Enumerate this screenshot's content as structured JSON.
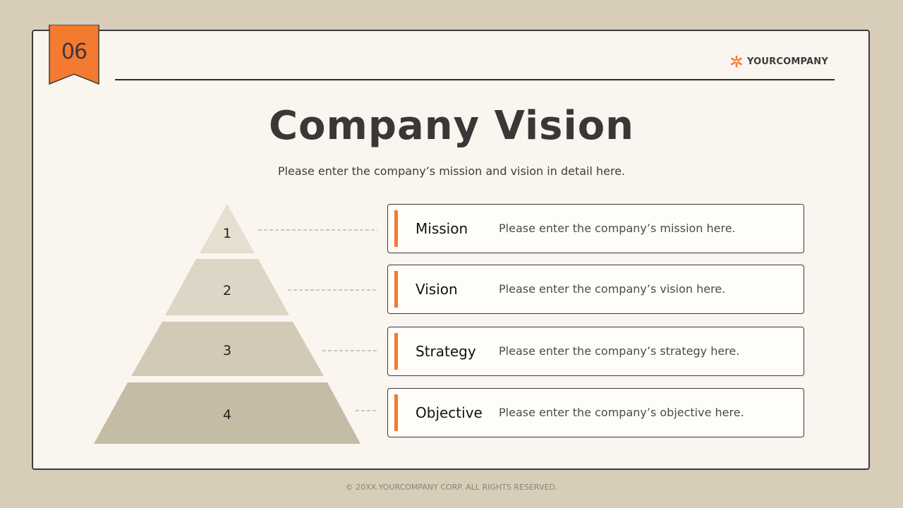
{
  "page": {
    "number": "06"
  },
  "brand": {
    "name": "YOURCOMPANY",
    "icon": "asterisk-logo-icon"
  },
  "header": {
    "title": "Company Vision",
    "subtitle": "Please enter the company’s mission and vision in detail here."
  },
  "pyramid": {
    "levels": [
      "1",
      "2",
      "3",
      "4"
    ]
  },
  "items": [
    {
      "label": "Mission",
      "description": "Please enter the company’s mission here."
    },
    {
      "label": "Vision",
      "description": "Please enter the company’s vision here."
    },
    {
      "label": "Strategy",
      "description": "Please enter the company’s strategy here."
    },
    {
      "label": "Objective",
      "description": "Please enter the company’s objective here."
    }
  ],
  "footer": {
    "copyright": "© 20XX.YOURCOMPANY CORP. ALL RIGHTS RESERVED."
  },
  "colors": {
    "background": "#d8cdb8",
    "card": "#faf5ef",
    "accent": "#f47a2f",
    "border": "#3b3b3b",
    "pyramid_tiers": [
      "#e6dfd0",
      "#ddd5c5",
      "#d2cab6",
      "#c4bca5"
    ]
  }
}
